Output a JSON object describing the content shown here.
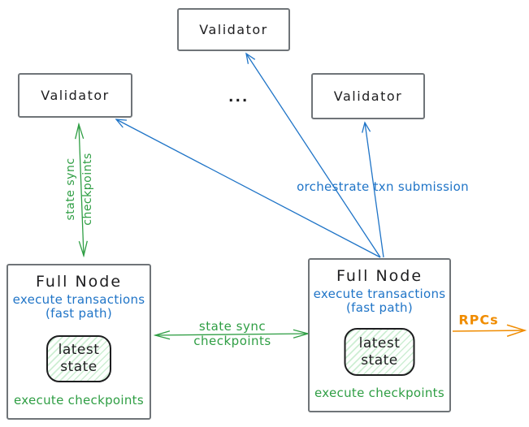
{
  "validators": {
    "top": {
      "label": "Validator"
    },
    "left": {
      "label": "Validator"
    },
    "right": {
      "label": "Validator"
    },
    "ellipsis": "..."
  },
  "full_nodes": {
    "left": {
      "title": "Full Node",
      "exec_line1": "execute transactions",
      "exec_line2": "(fast path)",
      "state_line1": "latest",
      "state_line2": "state",
      "footer": "execute checkpoints"
    },
    "right": {
      "title": "Full Node",
      "exec_line1": "execute transactions",
      "exec_line2": "(fast path)",
      "state_line1": "latest",
      "state_line2": "state",
      "footer": "execute checkpoints"
    }
  },
  "edge_labels": {
    "state_sync_vertical": {
      "line1": "state sync",
      "line2": "checkpoints"
    },
    "state_sync_horizontal": {
      "line1": "state sync",
      "line2": "checkpoints"
    },
    "orchestrate": "orchestrate txn submission",
    "rpcs": "RPCs"
  },
  "colors": {
    "blue": "#1f74c7",
    "green": "#2f9e44",
    "orange": "#f08c00",
    "ink": "#1d1d1f",
    "box_border": "#6f7478",
    "state_fill_hatch": "#cdeed3"
  }
}
